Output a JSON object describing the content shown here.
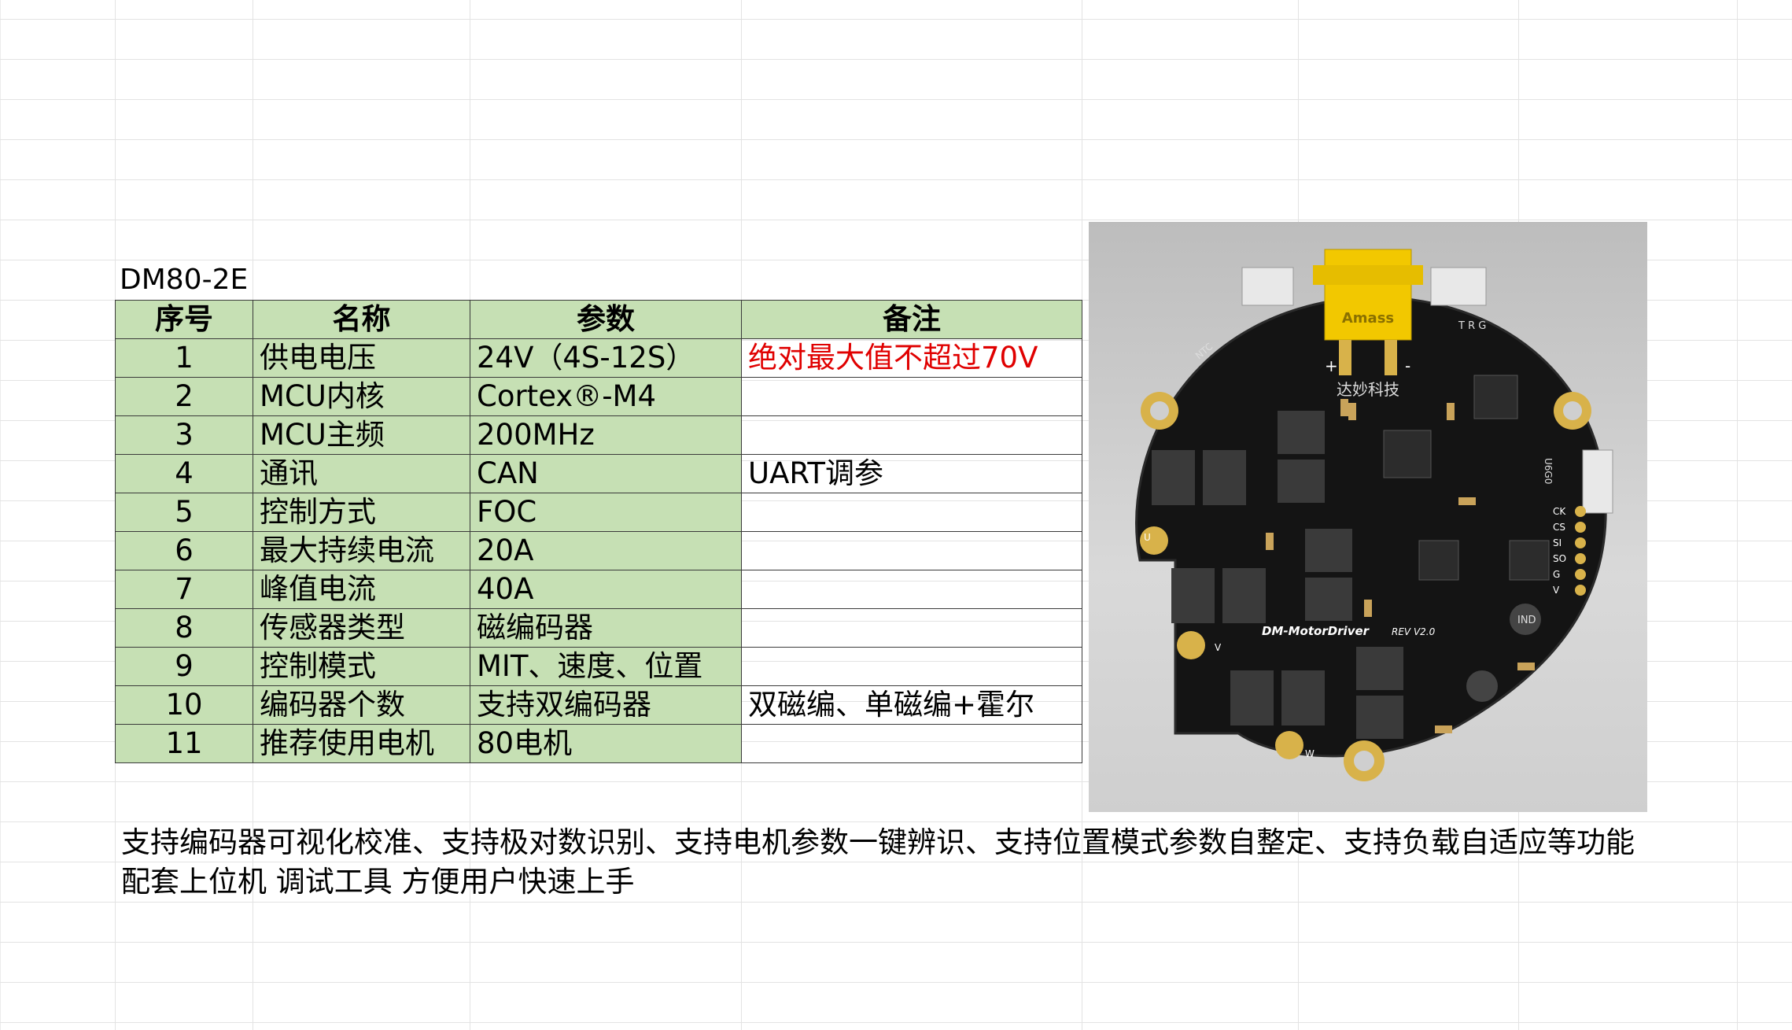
{
  "sheet": {
    "product_title": "DM80-2E",
    "table": {
      "headers": [
        "序号",
        "名称",
        "参数",
        "备注"
      ],
      "rows": [
        {
          "no": "1",
          "name": "供电电压",
          "param": "24V（4S-12S）",
          "remark": "绝对最大值不超过70V"
        },
        {
          "no": "2",
          "name": "MCU内核",
          "param": "Cortex®-M4",
          "remark": ""
        },
        {
          "no": "3",
          "name": "MCU主频",
          "param": "200MHz",
          "remark": ""
        },
        {
          "no": "4",
          "name": "通讯",
          "param": "CAN",
          "remark": "UART调参"
        },
        {
          "no": "5",
          "name": "控制方式",
          "param": "FOC",
          "remark": ""
        },
        {
          "no": "6",
          "name": "最大持续电流",
          "param": "20A",
          "remark": ""
        },
        {
          "no": "7",
          "name": "峰值电流",
          "param": "40A",
          "remark": ""
        },
        {
          "no": "8",
          "name": "传感器类型",
          "param": "磁编码器",
          "remark": ""
        },
        {
          "no": "9",
          "name": "控制模式",
          "param": "MIT、速度、位置",
          "remark": ""
        },
        {
          "no": "10",
          "name": "编码器个数",
          "param": "支持双编码器",
          "remark": "双磁编、单磁编+霍尔"
        },
        {
          "no": "11",
          "name": "推荐使用电机",
          "param": "80电机",
          "remark": ""
        }
      ]
    },
    "notes": [
      "支持编码器可视化校准、支持极对数识别、支持电机参数一键辨识、支持位置模式参数自整定、支持负载自适应等功能",
      "配套上位机 调试工具 方便用户快速上手"
    ]
  },
  "photo": {
    "brand_cn": "达妙科技",
    "board_label": "DM-MotorDriver",
    "revision": "REV V2.0",
    "connector_brand": "Amass",
    "ntc_label": "NTC",
    "uart_pins": "T R G",
    "spi_pins": [
      "CK",
      "CS",
      "SI",
      "SO",
      "G",
      "V"
    ],
    "chip_label": "U6G0",
    "inductor_label": "IND",
    "phase_labels": [
      "U",
      "V",
      "W"
    ],
    "plus_label": "+",
    "minus_label": "-"
  },
  "colors": {
    "header_fill": "#c6e0b4",
    "remark_red": "#e00000",
    "pcb_black": "#141414",
    "xt30_yellow": "#f2c800",
    "pad_gold": "#d8b24a"
  }
}
